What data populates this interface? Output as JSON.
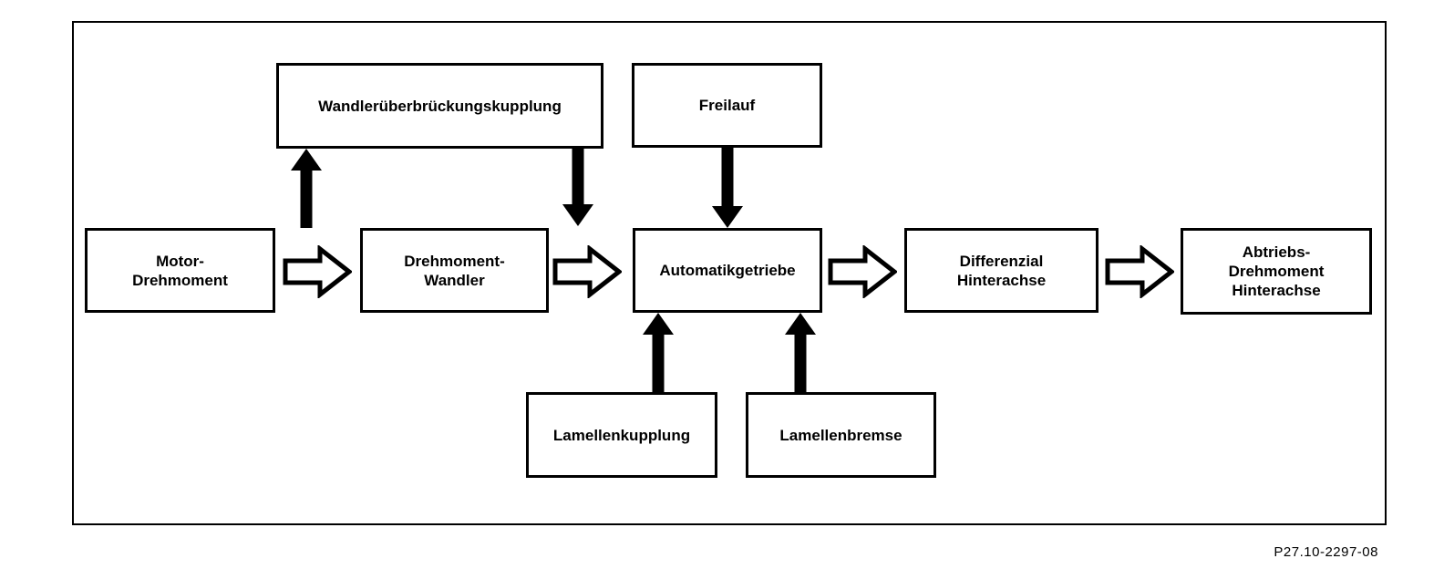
{
  "diagram": {
    "title_semantic": "Torque flow through automatic transmission drivetrain",
    "caption": "P27.10-2297-08",
    "colors": {
      "ink": "#000000",
      "paper": "#ffffff"
    },
    "nodes": {
      "wuk": {
        "label": "Wandlerüberbrückungskupplung",
        "lines": [
          "Wandlerüberbrückungskupplung"
        ]
      },
      "freilauf": {
        "label": "Freilauf",
        "lines": [
          "Freilauf"
        ]
      },
      "motor": {
        "label": "Motor-Drehmoment",
        "lines": [
          "Motor-",
          "Drehmoment"
        ]
      },
      "wandler": {
        "label": "Drehmoment-Wandler",
        "lines": [
          "Drehmoment-",
          "Wandler"
        ]
      },
      "getriebe": {
        "label": "Automatikgetriebe",
        "lines": [
          "Automatikgetriebe"
        ]
      },
      "differenzial": {
        "label": "Differenzial Hinterachse",
        "lines": [
          "Differenzial",
          "Hinterachse"
        ]
      },
      "abtrieb": {
        "label": "Abtriebs-Drehmoment Hinterachse",
        "lines": [
          "Abtriebs-",
          "Drehmoment",
          "Hinterachse"
        ]
      },
      "lamellenkupplung": {
        "label": "Lamellenkupplung",
        "lines": [
          "Lamellenkupplung"
        ]
      },
      "lamellenbremse": {
        "label": "Lamellenbremse",
        "lines": [
          "Lamellenbremse"
        ]
      }
    },
    "main_flow_hollow_arrows": [
      {
        "from": "motor",
        "to": "wandler"
      },
      {
        "from": "wandler",
        "to": "getriebe"
      },
      {
        "from": "getriebe",
        "to": "differenzial"
      },
      {
        "from": "differenzial",
        "to": "abtrieb"
      }
    ],
    "solid_arrows": [
      {
        "at": "between-motor-and-wandler",
        "direction": "up",
        "to": "wuk"
      },
      {
        "at": "wuk",
        "direction": "down",
        "to": "between-wandler-and-getriebe"
      },
      {
        "at": "freilauf",
        "direction": "down",
        "to": "getriebe"
      },
      {
        "at": "lamellenkupplung",
        "direction": "up",
        "to": "getriebe"
      },
      {
        "at": "lamellenbremse",
        "direction": "up",
        "to": "getriebe"
      }
    ]
  }
}
